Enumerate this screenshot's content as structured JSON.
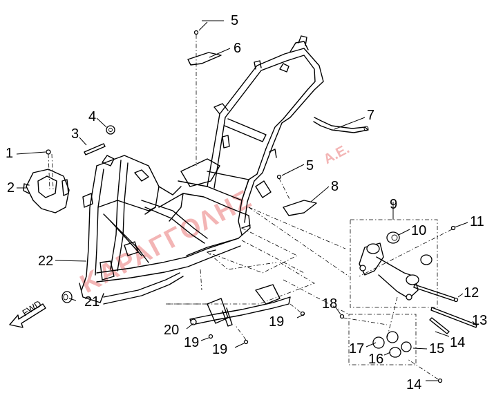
{
  "watermark": {
    "main": "ΚΑΡΑΓΓΟΛΗΣ",
    "suffix": "Α.Ε."
  },
  "direction_label": "FWD",
  "callouts": [
    {
      "number": "1"
    },
    {
      "number": "2"
    },
    {
      "number": "3"
    },
    {
      "number": "4"
    },
    {
      "number": "5"
    },
    {
      "number": "6"
    },
    {
      "number": "5"
    },
    {
      "number": "7"
    },
    {
      "number": "8"
    },
    {
      "number": "9"
    },
    {
      "number": "10"
    },
    {
      "number": "11"
    },
    {
      "number": "12"
    },
    {
      "number": "13"
    },
    {
      "number": "14"
    },
    {
      "number": "14"
    },
    {
      "number": "15"
    },
    {
      "number": "16"
    },
    {
      "number": "17"
    },
    {
      "number": "18"
    },
    {
      "number": "19"
    },
    {
      "number": "19"
    },
    {
      "number": "19"
    },
    {
      "number": "20"
    },
    {
      "number": "21"
    },
    {
      "number": "22"
    }
  ]
}
